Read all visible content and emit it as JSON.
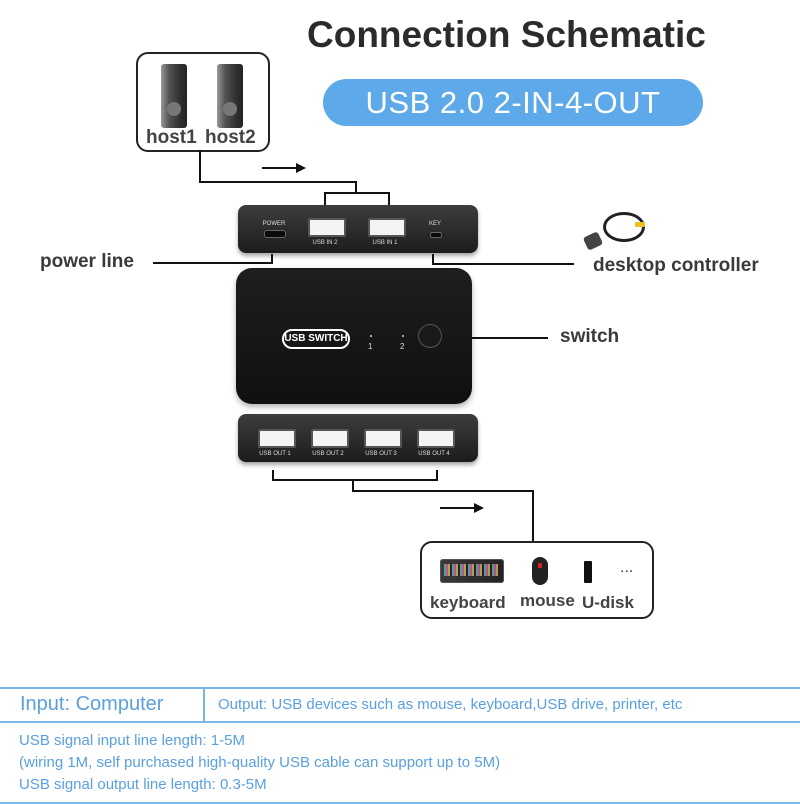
{
  "header": {
    "title": "Connection Schematic",
    "badge": "USB 2.0  2-IN-4-OUT",
    "badge_color": "#5ea9ea"
  },
  "hosts": {
    "items": [
      {
        "label": "host1",
        "icon": "pc-tower-icon"
      },
      {
        "label": "host2",
        "icon": "pc-tower-icon"
      }
    ]
  },
  "switch_device": {
    "top_ports": [
      "POWER",
      "USB IN 2",
      "USB IN 1",
      "KEY"
    ],
    "face_label": "USB SWITCH",
    "indicators": [
      "1",
      "2"
    ],
    "bottom_ports": [
      "USB OUT 1",
      "USB OUT 2",
      "USB OUT 3",
      "USB OUT 4"
    ]
  },
  "callouts": {
    "power_line": "power line",
    "desktop_controller": "desktop controller",
    "switch": "switch"
  },
  "peripherals": {
    "items": [
      {
        "label": "keyboard",
        "icon": "keyboard-icon"
      },
      {
        "label": "mouse",
        "icon": "mouse-icon"
      },
      {
        "label": "U-disk",
        "icon": "usb-drive-icon"
      }
    ],
    "more": "..."
  },
  "specs": {
    "input": "Input: Computer",
    "output": "Output: USB devices such as mouse, keyboard,USB drive, printer, etc",
    "lines": [
      "USB signal input line length: 1-5M",
      "(wiring 1M, self purchased high-quality USB cable can support up to 5M)",
      "USB signal output line length: 0.3-5M"
    ],
    "accent_color": "#5a9fe0"
  }
}
